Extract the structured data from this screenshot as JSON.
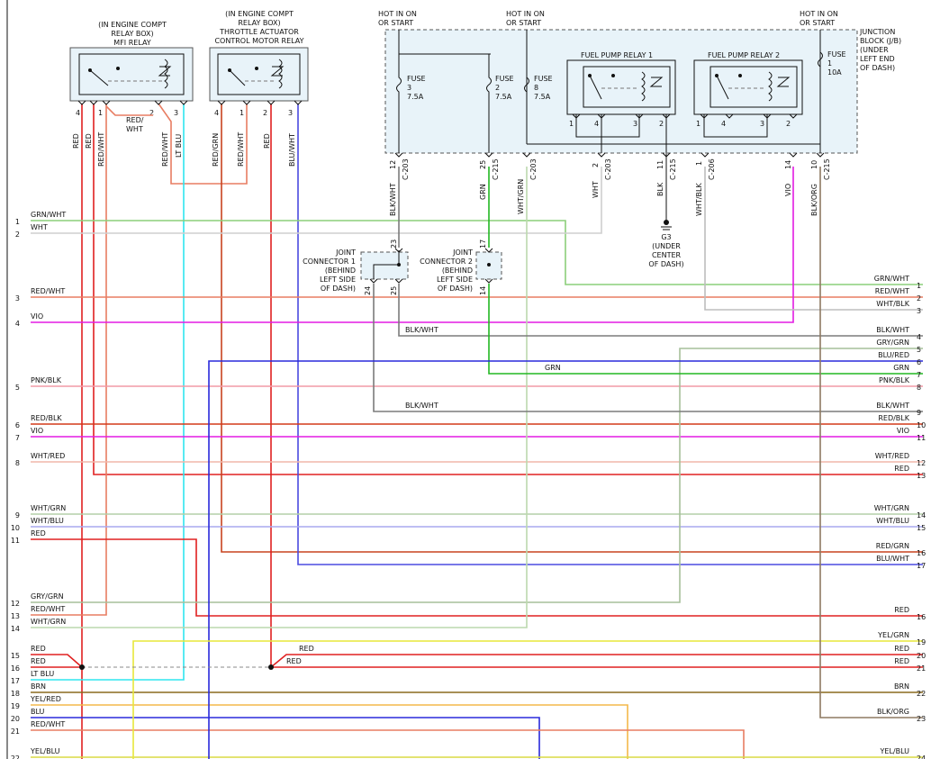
{
  "colors": {
    "red": "#e02020",
    "grn_wht": "#8ccf7a",
    "wht": "#cfcfcf",
    "red_wht": "#e87d62",
    "vio": "#e31ce3",
    "blu": "#2a2adb",
    "lt_blu": "#2ee5ef",
    "pnk_blk": "#f29aa6",
    "red_blk": "#d43a1a",
    "wht_red": "#f1b7aa",
    "wht_grn": "#bcd9ae",
    "wht_blu": "#a8a8ef",
    "gry_grn": "#a6bf9a",
    "blk_wht": "#7b7b7b",
    "grn": "#22b822",
    "red_grn": "#c8431e",
    "blu_wht": "#4b4be0",
    "yel_grn": "#e7e73a",
    "brn": "#8a6a1f",
    "yel_red": "#f4b84a",
    "blk_org": "#8e7a62",
    "yel_blu": "#dada44",
    "blk": "#222222",
    "wht_blk": "#bdbdbd",
    "wht_grn2": "#b4cfa8"
  },
  "components": {
    "mfi_relay": {
      "label": [
        "(IN ENGINE COMPT",
        "RELAY BOX)",
        "MFI RELAY"
      ]
    },
    "tac_relay": {
      "label": [
        "(IN ENGINE COMPT",
        "RELAY BOX)",
        "THROTTLE ACTUATOR",
        "CONTROL MOTOR RELAY"
      ]
    },
    "hot1": [
      "HOT IN ON",
      "OR START"
    ],
    "hot2": [
      "HOT IN ON",
      "OR START"
    ],
    "hot3": [
      "HOT IN ON",
      "OR START"
    ],
    "jb_label": [
      "JUNCTION",
      "BLOCK (J/B)",
      "(UNDER",
      "LEFT END",
      "OF DASH)"
    ],
    "fuse3": [
      "FUSE",
      "3",
      "7.5A"
    ],
    "fuse2": [
      "FUSE",
      "2",
      "7.5A"
    ],
    "fuse8": [
      "FUSE",
      "8",
      "7.5A"
    ],
    "fuse1": [
      "FUSE",
      "1",
      "10A"
    ],
    "fpr1": "FUEL PUMP RELAY 1",
    "fpr2": "FUEL PUMP RELAY 2",
    "g3": [
      "G3",
      "(UNDER",
      "CENTER",
      "OF DASH)"
    ],
    "jc1": [
      "JOINT",
      "CONNECTOR 1",
      "(BEHIND",
      "LEFT SIDE",
      "OF DASH)"
    ],
    "jc2": [
      "JOINT",
      "CONNECTOR 2",
      "(BEHIND",
      "LEFT SIDE",
      "OF DASH)"
    ],
    "mfi_pins": [
      "4",
      "1",
      "2",
      "3"
    ],
    "tac_pins": [
      "4",
      "1",
      "2",
      "3"
    ],
    "fpr_pins": [
      "1",
      "4",
      "3",
      "2"
    ],
    "mfi_wires": [
      "RED",
      "RED",
      "RED/WHT",
      "RED/WHT",
      "LT BLU"
    ],
    "tac_wires": [
      "RED/GRN",
      "RED/WHT",
      "RED",
      "BLU/WHT"
    ],
    "mfi_redwht_note": [
      "RED/",
      "WHT"
    ],
    "jb_conn": [
      {
        "pin": "12",
        "conn": "C-203",
        "wire": "BLK/WHT"
      },
      {
        "pin": "25",
        "conn": "C-215",
        "wire": "GRN"
      },
      {
        "pin": "",
        "conn": "C-203",
        "wire": "WHT/GRN"
      },
      {
        "pin": "2",
        "conn": "C-203",
        "wire": "WHT"
      },
      {
        "pin": "11",
        "conn": "C-215",
        "wire": "BLK"
      },
      {
        "pin": "1",
        "conn": "C-206",
        "wire": "WHT/BLK"
      },
      {
        "pin": "14",
        "conn": "",
        "wire": "VIO"
      },
      {
        "pin": "10",
        "conn": "C-215",
        "wire": "BLK/ORG"
      }
    ],
    "jc1_pins": [
      "23",
      "24",
      "25"
    ],
    "jc2_pins": [
      "17",
      "14"
    ]
  },
  "left_pins": [
    {
      "pin": "1",
      "wire": "GRN/WHT"
    },
    {
      "pin": "2",
      "wire": "WHT"
    },
    {
      "pin": "3",
      "wire": "RED/WHT"
    },
    {
      "pin": "4",
      "wire": "VIO"
    },
    {
      "pin": "5",
      "wire": "PNK/BLK"
    },
    {
      "pin": "6",
      "wire": "RED/BLK"
    },
    {
      "pin": "7",
      "wire": "VIO"
    },
    {
      "pin": "8",
      "wire": "WHT/RED"
    },
    {
      "pin": "9",
      "wire": "WHT/GRN"
    },
    {
      "pin": "10",
      "wire": "WHT/BLU"
    },
    {
      "pin": "11",
      "wire": "RED"
    },
    {
      "pin": "12",
      "wire": "GRY/GRN"
    },
    {
      "pin": "13",
      "wire": "RED/WHT"
    },
    {
      "pin": "14",
      "wire": "WHT/GRN"
    },
    {
      "pin": "15",
      "wire": "RED"
    },
    {
      "pin": "16",
      "wire": "RED"
    },
    {
      "pin": "17",
      "wire": "LT BLU"
    },
    {
      "pin": "18",
      "wire": "BRN"
    },
    {
      "pin": "19",
      "wire": "YEL/RED"
    },
    {
      "pin": "20",
      "wire": "BLU"
    },
    {
      "pin": "21",
      "wire": "RED/WHT"
    },
    {
      "pin": "22",
      "wire": "YEL/BLU"
    }
  ],
  "right_pins": [
    {
      "pin": "1",
      "wire": "GRN/WHT"
    },
    {
      "pin": "2",
      "wire": "RED/WHT"
    },
    {
      "pin": "3",
      "wire": "WHT/BLK"
    },
    {
      "pin": "4",
      "wire": "BLK/WHT"
    },
    {
      "pin": "5",
      "wire": "GRY/GRN"
    },
    {
      "pin": "6",
      "wire": "BLU/RED"
    },
    {
      "pin": "7",
      "wire": "GRN"
    },
    {
      "pin": "8",
      "wire": "PNK/BLK"
    },
    {
      "pin": "9",
      "wire": "BLK/WHT"
    },
    {
      "pin": "10",
      "wire": "RED/BLK"
    },
    {
      "pin": "11",
      "wire": "VIO"
    },
    {
      "pin": "12",
      "wire": "WHT/RED"
    },
    {
      "pin": "13",
      "wire": "RED"
    },
    {
      "pin": "14",
      "wire": "WHT/GRN"
    },
    {
      "pin": "15",
      "wire": "WHT/BLU"
    },
    {
      "pin": "16",
      "wire": "RED/GRN"
    },
    {
      "pin": "17",
      "wire": "BLU/WHT"
    },
    {
      "pin": "16",
      "wire": "RED"
    },
    {
      "pin": "19",
      "wire": "YEL/GRN"
    },
    {
      "pin": "20",
      "wire": "RED"
    },
    {
      "pin": "21",
      "wire": "RED"
    },
    {
      "pin": "22",
      "wire": "BRN"
    },
    {
      "pin": "23",
      "wire": "BLK/ORG"
    },
    {
      "pin": "24",
      "wire": "YEL/BLU"
    }
  ],
  "mid_labels": [
    "BLK/WHT",
    "GRN",
    "BLK/WHT",
    "RED",
    "RED"
  ]
}
